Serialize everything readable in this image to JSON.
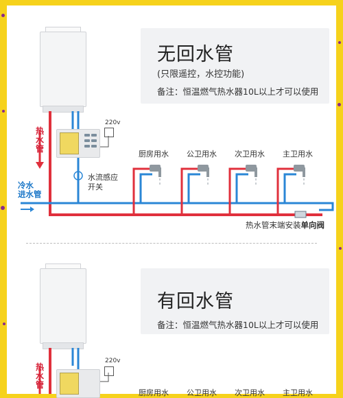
{
  "section1": {
    "title": "无回水管",
    "subtitle": "(只限遥控，水控功能)",
    "note": "备注：恒温燃气热水器10L以上才可以使用",
    "hot_pipe_label": "热水管",
    "cold_pipe_label_1": "冷水",
    "cold_pipe_label_2": "进水管",
    "voltage": "220v",
    "flow_switch_1": "水流感应",
    "flow_switch_2": "开关",
    "taps": [
      "厨房用水",
      "公卫用水",
      "次卫用水",
      "主卫用水"
    ],
    "valve_note_prefix": "热水管末端安装",
    "valve_note_bold": "单向阀"
  },
  "section2": {
    "title": "有回水管",
    "note": "备注：恒温燃气热水器10L以上才可以使用",
    "hot_pipe_label": "热水管",
    "voltage": "220v",
    "taps": [
      "厨房用水",
      "公卫用水",
      "次卫用水",
      "主卫用水"
    ]
  },
  "colors": {
    "hot": "#e0303c",
    "cold": "#2a86d6",
    "background": "#f6d21c"
  }
}
